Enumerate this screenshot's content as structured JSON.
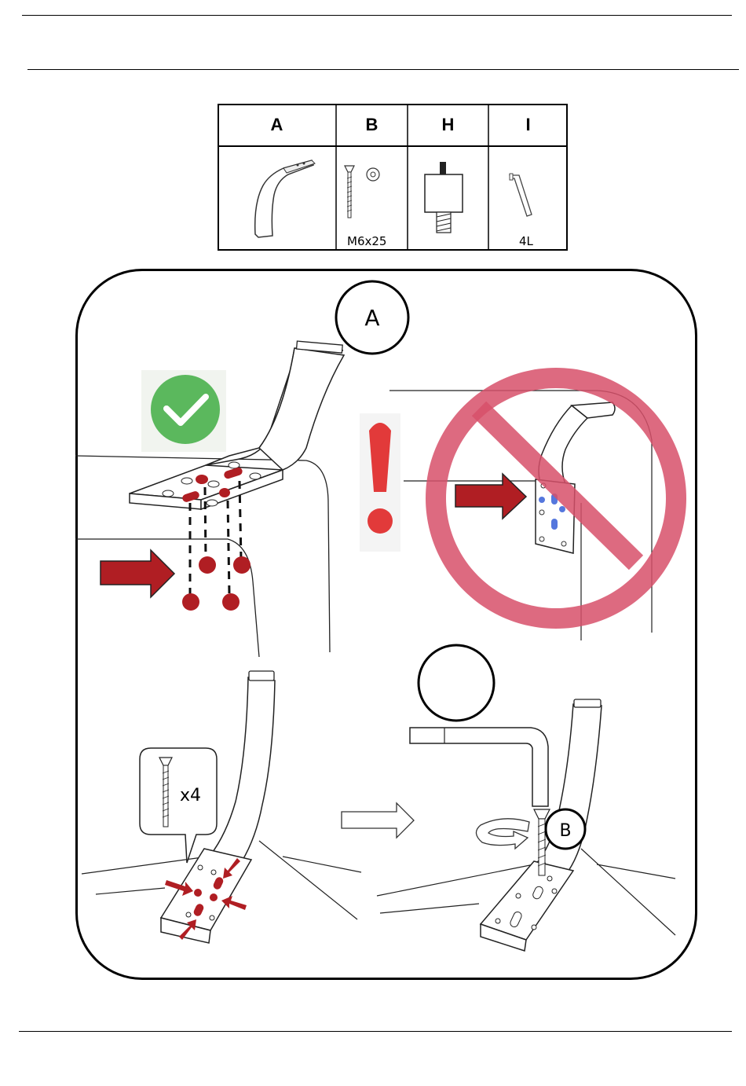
{
  "parts_table": {
    "headers": [
      "A",
      "B",
      "H",
      "I"
    ],
    "labels": {
      "B": "M6x25",
      "I": "4L"
    }
  },
  "steps": {
    "step_a_label": "A",
    "callout_quantity": "x4",
    "screw_marker_label": "B"
  },
  "colors": {
    "accent_red": "#b01e23",
    "check_green": "#5bb85d",
    "warning_red": "#e23a3a",
    "prohibition_fill": "#d7506a",
    "hole_blue": "#5577dd"
  },
  "icons": [
    "checkmark-icon",
    "exclamation-icon",
    "prohibition-icon",
    "arrow-right-icon"
  ]
}
